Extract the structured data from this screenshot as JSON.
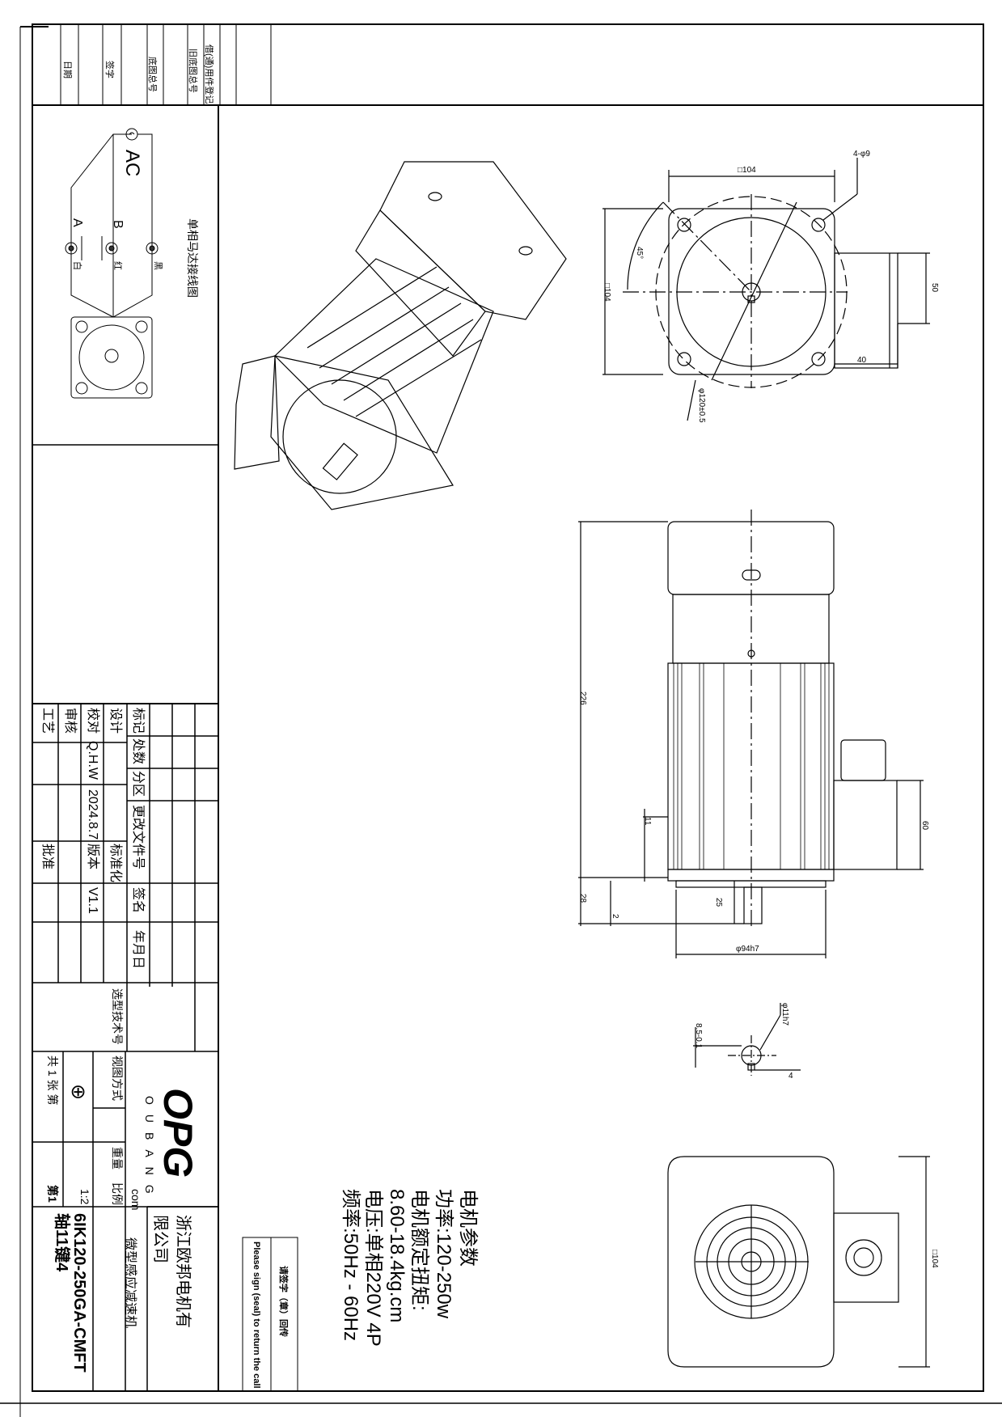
{
  "top_strip": [
    "日期",
    "签字",
    "底图总号",
    "旧底图总号",
    "借(通)用件登记"
  ],
  "wiring": {
    "title": "单相马达接线图",
    "ac": "AC",
    "a": "A",
    "b": "B",
    "white": "白",
    "red": "红",
    "black": "黑"
  },
  "revision_table": {
    "headers": [
      "标记",
      "处数",
      "分区",
      "更改文件号",
      "签名",
      "年月日"
    ],
    "roles": [
      "设计",
      "校对",
      "审核",
      "工艺",
      "标准化",
      "批准",
      "版本"
    ],
    "checker": "Q.H.W",
    "date": "2024.8.7",
    "version": "V1.1"
  },
  "title_block": {
    "selection_no": "选型技术号",
    "view_method": "视图方式",
    "weight": "重量",
    "scale_label": "比例",
    "scale": "1:2",
    "sheets": "共 1 张 第",
    "sheet_mark": "第1",
    "logo": "OPG",
    "logo_sub": "OUBANG",
    "logo_com": "com",
    "company": "浙江欧邦电机有限公司",
    "product": "微型感应减速机",
    "model": "6IK120-250GA-CMFT",
    "shaft": "轴11键4"
  },
  "sign": {
    "cn": "请签字（章）回传",
    "en": "Please sign (seal) to return the call"
  },
  "params": {
    "title": "电机参数",
    "power": "功率:120-250w",
    "torque_label": "电机额定扭矩:",
    "torque": "8.60-18.4kg.cm",
    "voltage": "电压:单相220V 4P",
    "freq": "频率:50Hz - 60Hz"
  },
  "dims": {
    "sq104a": "□104",
    "holes": "4-φ9",
    "angle": "45°",
    "sq104b": "□104",
    "d50": "50",
    "d40": "40",
    "pcd": "φ120±0.5",
    "d226": "226",
    "d11": "11",
    "d60": "60",
    "d28": "28",
    "d2": "2",
    "d25": "25",
    "pilot": "φ94h7",
    "shaft_d": "φ11h7",
    "key_depth": "8.5-0.1",
    "key_w": "4",
    "sq104c": "□104"
  }
}
